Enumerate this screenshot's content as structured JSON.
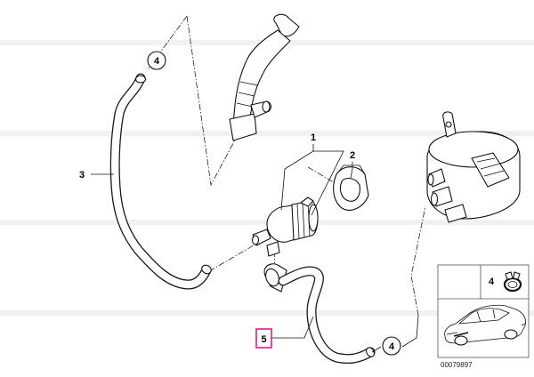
{
  "callouts": {
    "part_1": "1",
    "part_2": "2",
    "part_3": "3",
    "part_4_top": "4",
    "part_4_bottom": "4",
    "part_5": "5",
    "part_4_inset": "4"
  },
  "catalog_id": "00079897",
  "colors": {
    "line": "#1a1a1a",
    "background": "#ffffff",
    "highlight_box": "#e0198f"
  },
  "icons": [
    "hose-clamp-icon",
    "car-silhouette-icon"
  ]
}
